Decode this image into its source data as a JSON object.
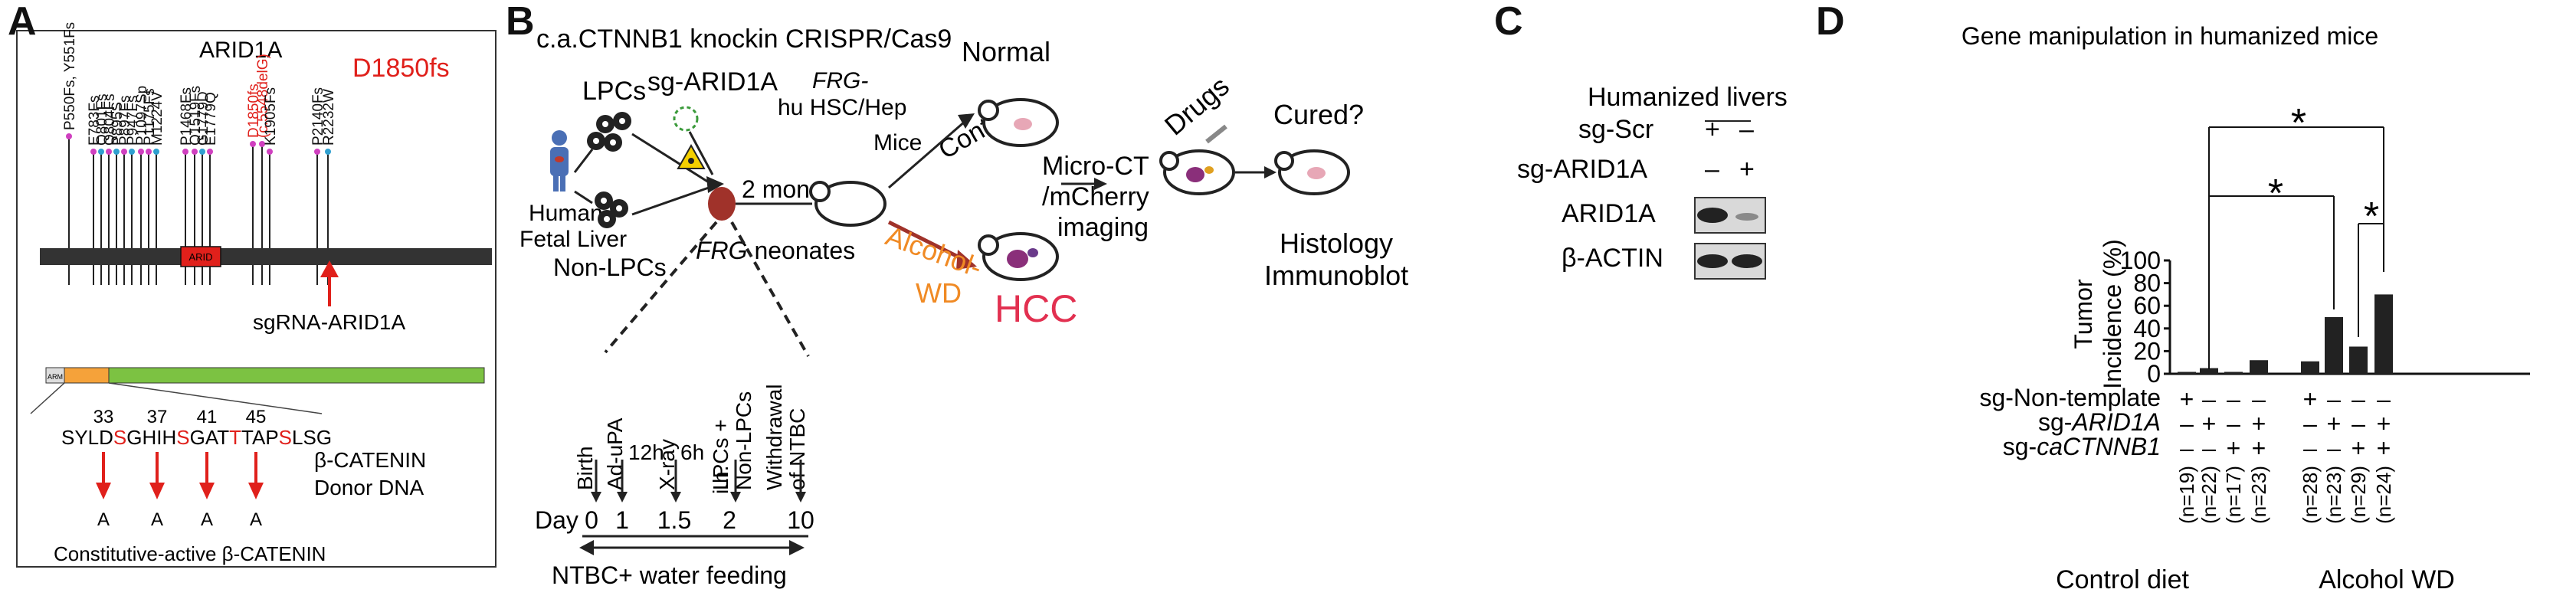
{
  "panels": {
    "a": {
      "label": "A",
      "protein": "ARID1A",
      "highlight_mutation": "D1850fs",
      "mutations": [
        "P550Fs, Y551Fs",
        "E783Fs",
        "Q801Fs",
        "Q804Fs",
        "P895S",
        "P897Fs",
        "P947Fs",
        "P1097Sp",
        "P1175Fs",
        "M1224V",
        "P1468Fs",
        "Q1519Fs",
        "G1779D",
        "E1779Q",
        "D1850fs",
        "(c.5548delG)",
        "K1905Fs",
        "P2140Fs",
        "R2232W"
      ],
      "domain_label": "ARID",
      "sgrna_label": "sgRNA-ARID1A",
      "catenin_box_label": "ARM",
      "sequence_positions": [
        "33",
        "37",
        "41",
        "45"
      ],
      "sequence": [
        "SYLD",
        "S",
        "GHIH",
        "S",
        "GAT",
        "T",
        "TAP",
        "S",
        "LSG"
      ],
      "mutant_residues": [
        "A",
        "A",
        "A",
        "A"
      ],
      "donor_label_1": "β-CATENIN",
      "donor_label_2": "Donor DNA",
      "constitutive_label": "Constitutive-active β-CATENIN"
    },
    "b": {
      "label": "B",
      "title": "c.a.CTNNB1 knockin CRISPR/Cas9",
      "lpcs": "LPCs",
      "sg_arid1a": "sg-ARID1A",
      "frg_hu": "FRG-",
      "frg_hu2": "hu HSC/Hep",
      "mice": "Mice",
      "normal": "Normal",
      "control": "Control",
      "human_fetal_liver_1": "Human",
      "human_fetal_liver_2": "Fetal Liver",
      "non_lpcs": "Non-LPCs",
      "frg_neonates": "FRG neonates",
      "two_mon": "2 mon",
      "alcohol_wd_1": "Alcohol-",
      "alcohol_wd_2": "WD",
      "hcc": "HCC",
      "micro_ct_1": "Micro-CT",
      "micro_ct_2": "/mCherry",
      "micro_ct_3": "imaging",
      "drugs": "Drugs",
      "cured": "Cured?",
      "histology": "Histology",
      "immunoblot": "Immunoblot",
      "timeline_events": [
        "Birth",
        "Ad-uPA",
        "X-ray",
        "LPCs +",
        "Non-LPCs",
        "i.h.",
        "Withdrawal",
        "of NTBC"
      ],
      "intervals": [
        "12h",
        "6h"
      ],
      "day_label": "Day",
      "days": [
        "0",
        "1",
        "1.5",
        "2",
        "10"
      ],
      "ntbc_label": "NTBC+ water feeding"
    },
    "c": {
      "label": "C",
      "title": "Humanized livers",
      "row1_label": "sg-Scr",
      "row1_signs": [
        "+",
        "–"
      ],
      "row2_label": "sg-ARID1A",
      "row2_signs": [
        "–",
        "+"
      ],
      "band1": "ARID1A",
      "band2": "β-ACTIN"
    },
    "d": {
      "label": "D",
      "title": "Gene manipulation in humanized mice",
      "star": "*",
      "row_labels": [
        "sg-Non-template",
        "sg-",
        "ARID1A",
        "sg-",
        "caCTNNB1"
      ],
      "row_signs": [
        [
          "+",
          "–",
          "–",
          "–",
          "+",
          "–",
          "–",
          "–"
        ],
        [
          "–",
          "+",
          "–",
          "+",
          "–",
          "+",
          "–",
          "+"
        ],
        [
          "–",
          "–",
          "+",
          "+",
          "–",
          "–",
          "+",
          "+"
        ]
      ],
      "group_labels": [
        "Control diet",
        "Alcohol WD"
      ]
    }
  },
  "chart_data": {
    "type": "bar",
    "title": "Gene manipulation in humanized mice",
    "xlabel": "",
    "ylabel": "Tumor Incidence (%)",
    "ylim": [
      0,
      100
    ],
    "yticks": [
      "0",
      "20",
      "40",
      "60",
      "80",
      "100"
    ],
    "categories": [
      "(n=19)",
      "(n=22)",
      "(n=17)",
      "(n=23)",
      "(n=28)",
      "(n=23)",
      "(n=29)",
      "(n=24)"
    ],
    "values": [
      0,
      5,
      0,
      12,
      11,
      50,
      24,
      70
    ],
    "bar_color": "#222222"
  }
}
